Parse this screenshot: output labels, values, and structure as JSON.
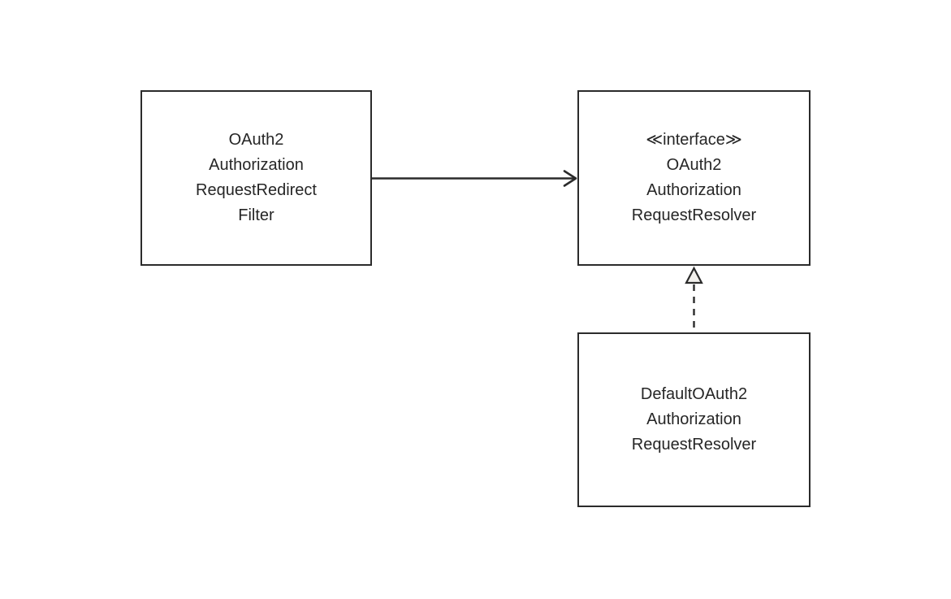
{
  "diagram": {
    "type": "uml-class-diagram",
    "colors": {
      "stroke": "#2b2b2b",
      "text": "#262626",
      "triangle_fill": "#f2f0ec",
      "background": "#ffffff"
    },
    "nodes": [
      {
        "id": "oauth2-authorization-request-redirect-filter",
        "kind": "class",
        "lines": [
          "OAuth2",
          "Authorization",
          "RequestRedirect",
          "Filter"
        ]
      },
      {
        "id": "oauth2-authorization-request-resolver",
        "kind": "interface",
        "stereotype": "≪interface≫",
        "lines": [
          "≪interface≫",
          "OAuth2",
          "Authorization",
          "RequestResolver"
        ]
      },
      {
        "id": "default-oauth2-authorization-request-resolver",
        "kind": "class",
        "lines": [
          "DefaultOAuth2",
          "Authorization",
          "RequestResolver"
        ]
      }
    ],
    "edges": [
      {
        "from": "oauth2-authorization-request-redirect-filter",
        "to": "oauth2-authorization-request-resolver",
        "type": "directed-association",
        "line_style": "solid",
        "arrowhead": "open-arrow"
      },
      {
        "from": "default-oauth2-authorization-request-resolver",
        "to": "oauth2-authorization-request-resolver",
        "type": "realization",
        "line_style": "dashed",
        "arrowhead": "hollow-triangle"
      }
    ]
  }
}
